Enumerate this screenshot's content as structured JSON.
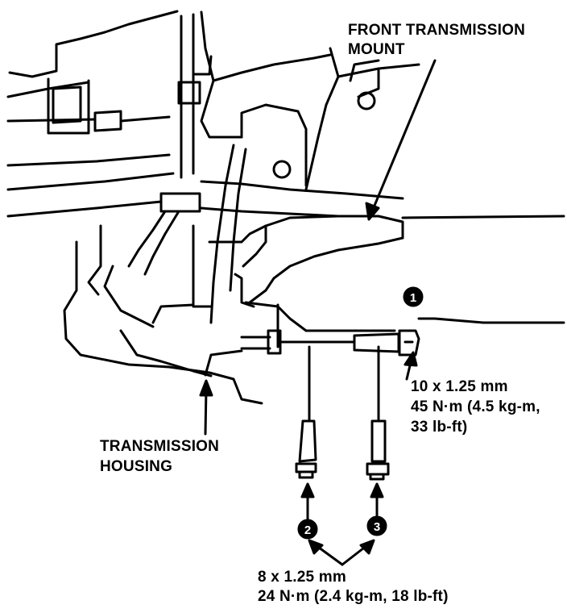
{
  "labels": {
    "front_mount_line1": "FRONT TRANSMISSION",
    "front_mount_line2": "MOUNT",
    "bolt1_size": "10 x 1.25 mm",
    "bolt1_torque_line1": "45 N·m (4.5 kg-m,",
    "bolt1_torque_line2": "33 lb-ft)",
    "housing_line1": "TRANSMISSION",
    "housing_line2": "HOUSING",
    "bolt23_size": "8 x 1.25 mm",
    "bolt23_torque": "24 N·m (2.4 kg-m, 18 lb-ft)"
  },
  "callouts": {
    "bolt1": "1",
    "bolt2": "2",
    "bolt3": "3"
  }
}
